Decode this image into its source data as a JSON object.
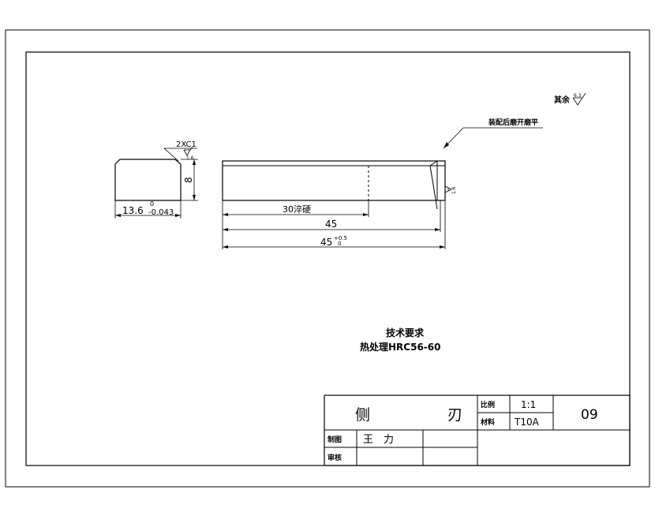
{
  "notes": {
    "surface_rest": "其余",
    "surface_rest_value": "6.3",
    "grind_note": "装配后磨开磨平",
    "tech_title": "技术要求",
    "tech_heat": "热处理HRC56-60"
  },
  "left_view": {
    "chamfer_label": "2XC1",
    "chamfer_roughness": "1.6",
    "height_dim": "8",
    "width_dim": "13.6",
    "width_tol_upper": "0",
    "width_tol_lower": "-0.043"
  },
  "main_view": {
    "dim_30": "30淬硬",
    "dim_45": "45",
    "dim_45_tol": "45",
    "dim_45_tol_upper": "+0.5",
    "dim_45_tol_lower": "0",
    "end_roughness": "1.6"
  },
  "title_block": {
    "part_name_1": "侧",
    "part_name_2": "刃",
    "scale_label": "比例",
    "scale_value": "1:1",
    "material_label": "材料",
    "material_value": "T10A",
    "drawing_no": "09",
    "drawn_label": "制图",
    "drawn_name": "王　力",
    "checked_label": "审核"
  }
}
